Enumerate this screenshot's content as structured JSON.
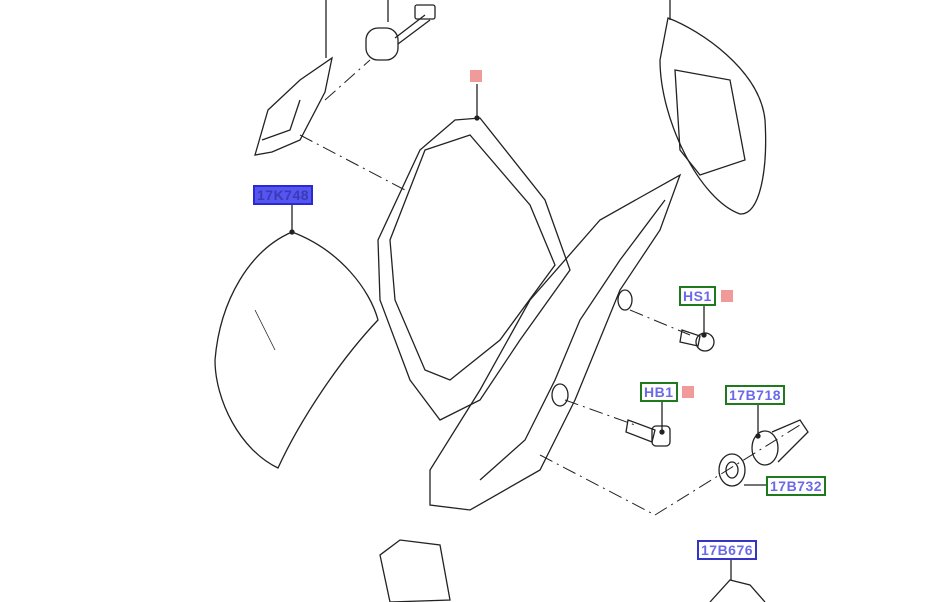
{
  "labels": {
    "p17K748": "17K748",
    "hs1": "HS1",
    "hb1": "HB1",
    "p17B718": "17B718",
    "p17B732": "17B732",
    "p17B676": "17B676"
  },
  "colors": {
    "selected": "#5555f0",
    "green_border": "#1f7a1f",
    "blue_border": "#3434c8",
    "marker": "#f09a9a"
  }
}
